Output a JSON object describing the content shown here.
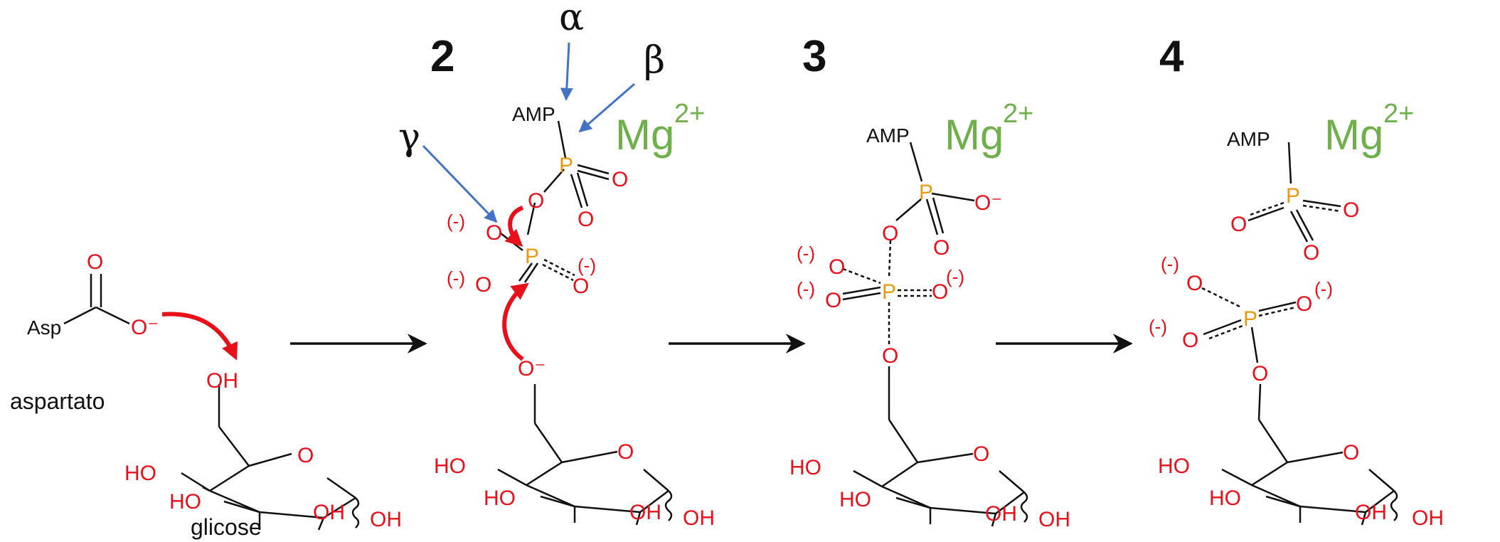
{
  "steps": {
    "s2": "2",
    "s3": "3",
    "s4": "4"
  },
  "labels": {
    "aspartate": "aspartato",
    "glucose": "glicose"
  },
  "greek": {
    "alpha": "α",
    "beta": "β",
    "gamma": "γ"
  },
  "ion": {
    "symbol": "Mg",
    "charge": "2+"
  },
  "atoms": {
    "O": "O",
    "OH": "OH",
    "HO": "HO",
    "P": "P",
    "AMP": "AMP",
    "Asp": "Asp",
    "O_minus": "O⁻",
    "neg": "(-)"
  },
  "colors": {
    "oxygen": "#e8101a",
    "phosphorus": "#e89a10",
    "magnesium": "#6fb04a",
    "arrow_blue": "#4472c4",
    "bond": "#111111"
  }
}
